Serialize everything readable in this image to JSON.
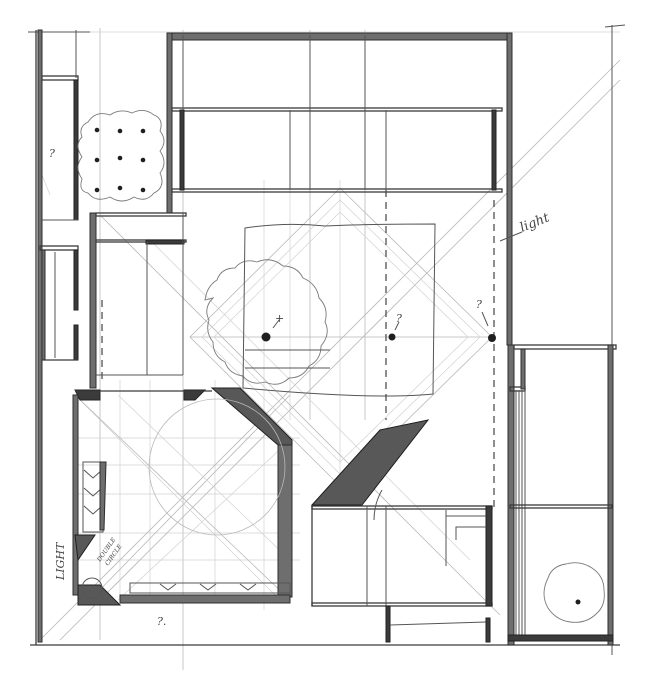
{
  "drawing": {
    "type": "architectural floor plan sketch",
    "medium": "pencil on paper",
    "ink_color": "#3a3a3a",
    "guide_color": "#b9b9b9",
    "paper_color": "#ffffff"
  },
  "annotations": {
    "light_right": "light",
    "light_left": "LIGHT",
    "double_circle_line1": "DOUBLE",
    "double_circle_line2": "CIRCLE",
    "question_left_strip": "?",
    "question_center": "?",
    "question_right": "?",
    "question_bottom": "?.",
    "plus_mark": "+"
  },
  "elements": {
    "planter_grid_dots": 9,
    "trees": [
      "central courtyard tree",
      "bottom-right tree"
    ],
    "columns": [
      "column-left (under tree)",
      "column-center",
      "column-right"
    ],
    "circles": [
      "large geometric circle (lower-left room)",
      "small circle (corner)"
    ]
  }
}
